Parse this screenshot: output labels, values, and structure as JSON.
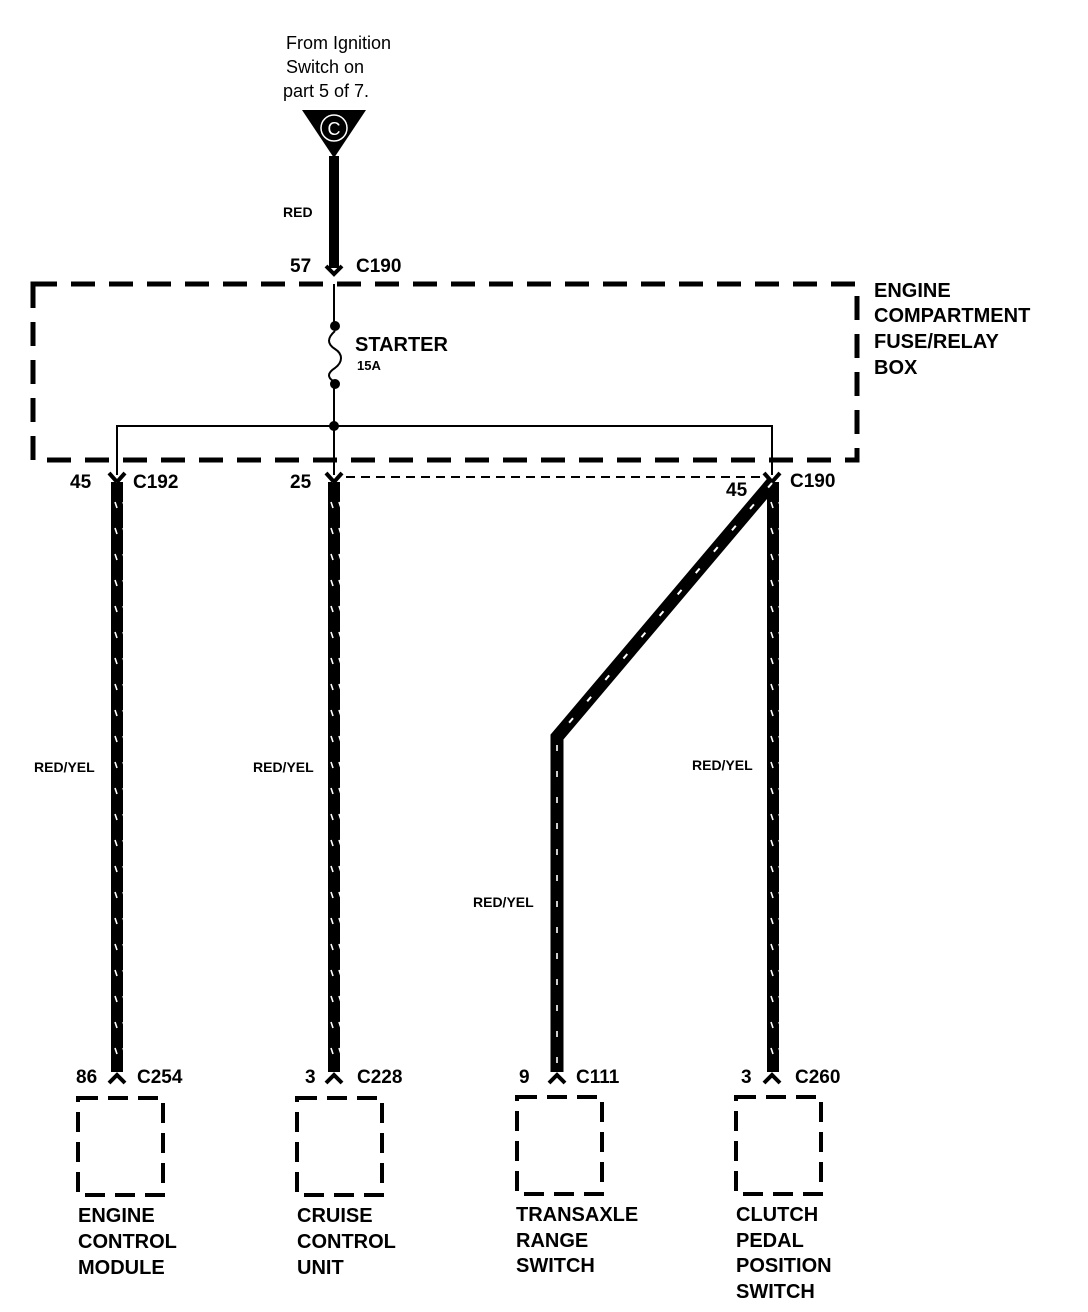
{
  "source": {
    "note_lines": [
      "From Ignition",
      "Switch on",
      "part 5 of 7."
    ],
    "connector_letter": "C"
  },
  "input_wire": {
    "color": "RED",
    "pin": "57",
    "connector": "C190"
  },
  "fuse_box": {
    "label_lines": [
      "ENGINE",
      "COMPARTMENT",
      "FUSE/RELAY",
      "BOX"
    ],
    "fuse_name": "STARTER",
    "fuse_rating": "15A"
  },
  "outputs": [
    {
      "top_pin": "45",
      "top_connector": "C192",
      "wire_color": "RED/YEL",
      "bottom_pin": "86",
      "bottom_connector": "C254",
      "component_lines": [
        "ENGINE",
        "CONTROL",
        "MODULE"
      ]
    },
    {
      "top_pin": "25",
      "top_connector": "",
      "wire_color": "RED/YEL",
      "bottom_pin": "3",
      "bottom_connector": "C228",
      "component_lines": [
        "CRUISE",
        "CONTROL",
        "UNIT"
      ]
    },
    {
      "top_pin": "",
      "top_connector": "",
      "wire_color": "RED/YEL",
      "bottom_pin": "9",
      "bottom_connector": "C111",
      "component_lines": [
        "TRANSAXLE",
        "RANGE",
        "SWITCH"
      ]
    },
    {
      "top_pin": "45",
      "top_connector": "C190",
      "wire_color": "RED/YEL",
      "bottom_pin": "3",
      "bottom_connector": "C260",
      "component_lines": [
        "CLUTCH",
        "PEDAL",
        "POSITION",
        "SWITCH"
      ]
    }
  ],
  "colors": {
    "ink": "#000000",
    "background": "#ffffff"
  }
}
